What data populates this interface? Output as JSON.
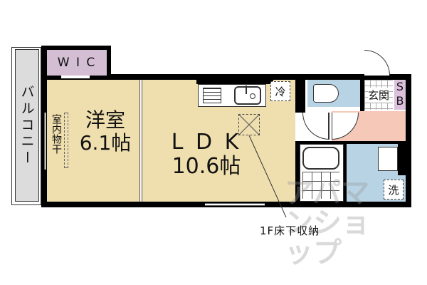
{
  "floorplan": {
    "rooms": {
      "wic": {
        "label": "W I C",
        "color": "#d4bed4"
      },
      "balcony": {
        "label": "バルコニー",
        "color": "#dcdcdc"
      },
      "western": {
        "label": "洋室",
        "size": "6.1帖",
        "color": "#efdfae"
      },
      "ldk": {
        "label": "L D K",
        "size": "10.6帖",
        "color": "#efdfae"
      },
      "genkan": {
        "label": "玄関",
        "color": "#ffffff"
      },
      "sb": {
        "label_s": "S",
        "label_b": "B",
        "color": "#dcc0dc"
      },
      "hall": {
        "color": "#f5c8b8"
      },
      "toilet": {
        "color": "#b8d4e4"
      },
      "washroom": {
        "label": "洗",
        "color": "#b8d4e4"
      },
      "bath": {
        "color": "#ffffff"
      }
    },
    "labels": {
      "indoor_drying": "室内物干",
      "fridge": "冷",
      "underfloor_storage": "1F床下収納"
    },
    "watermark": "アパマンショップ"
  }
}
